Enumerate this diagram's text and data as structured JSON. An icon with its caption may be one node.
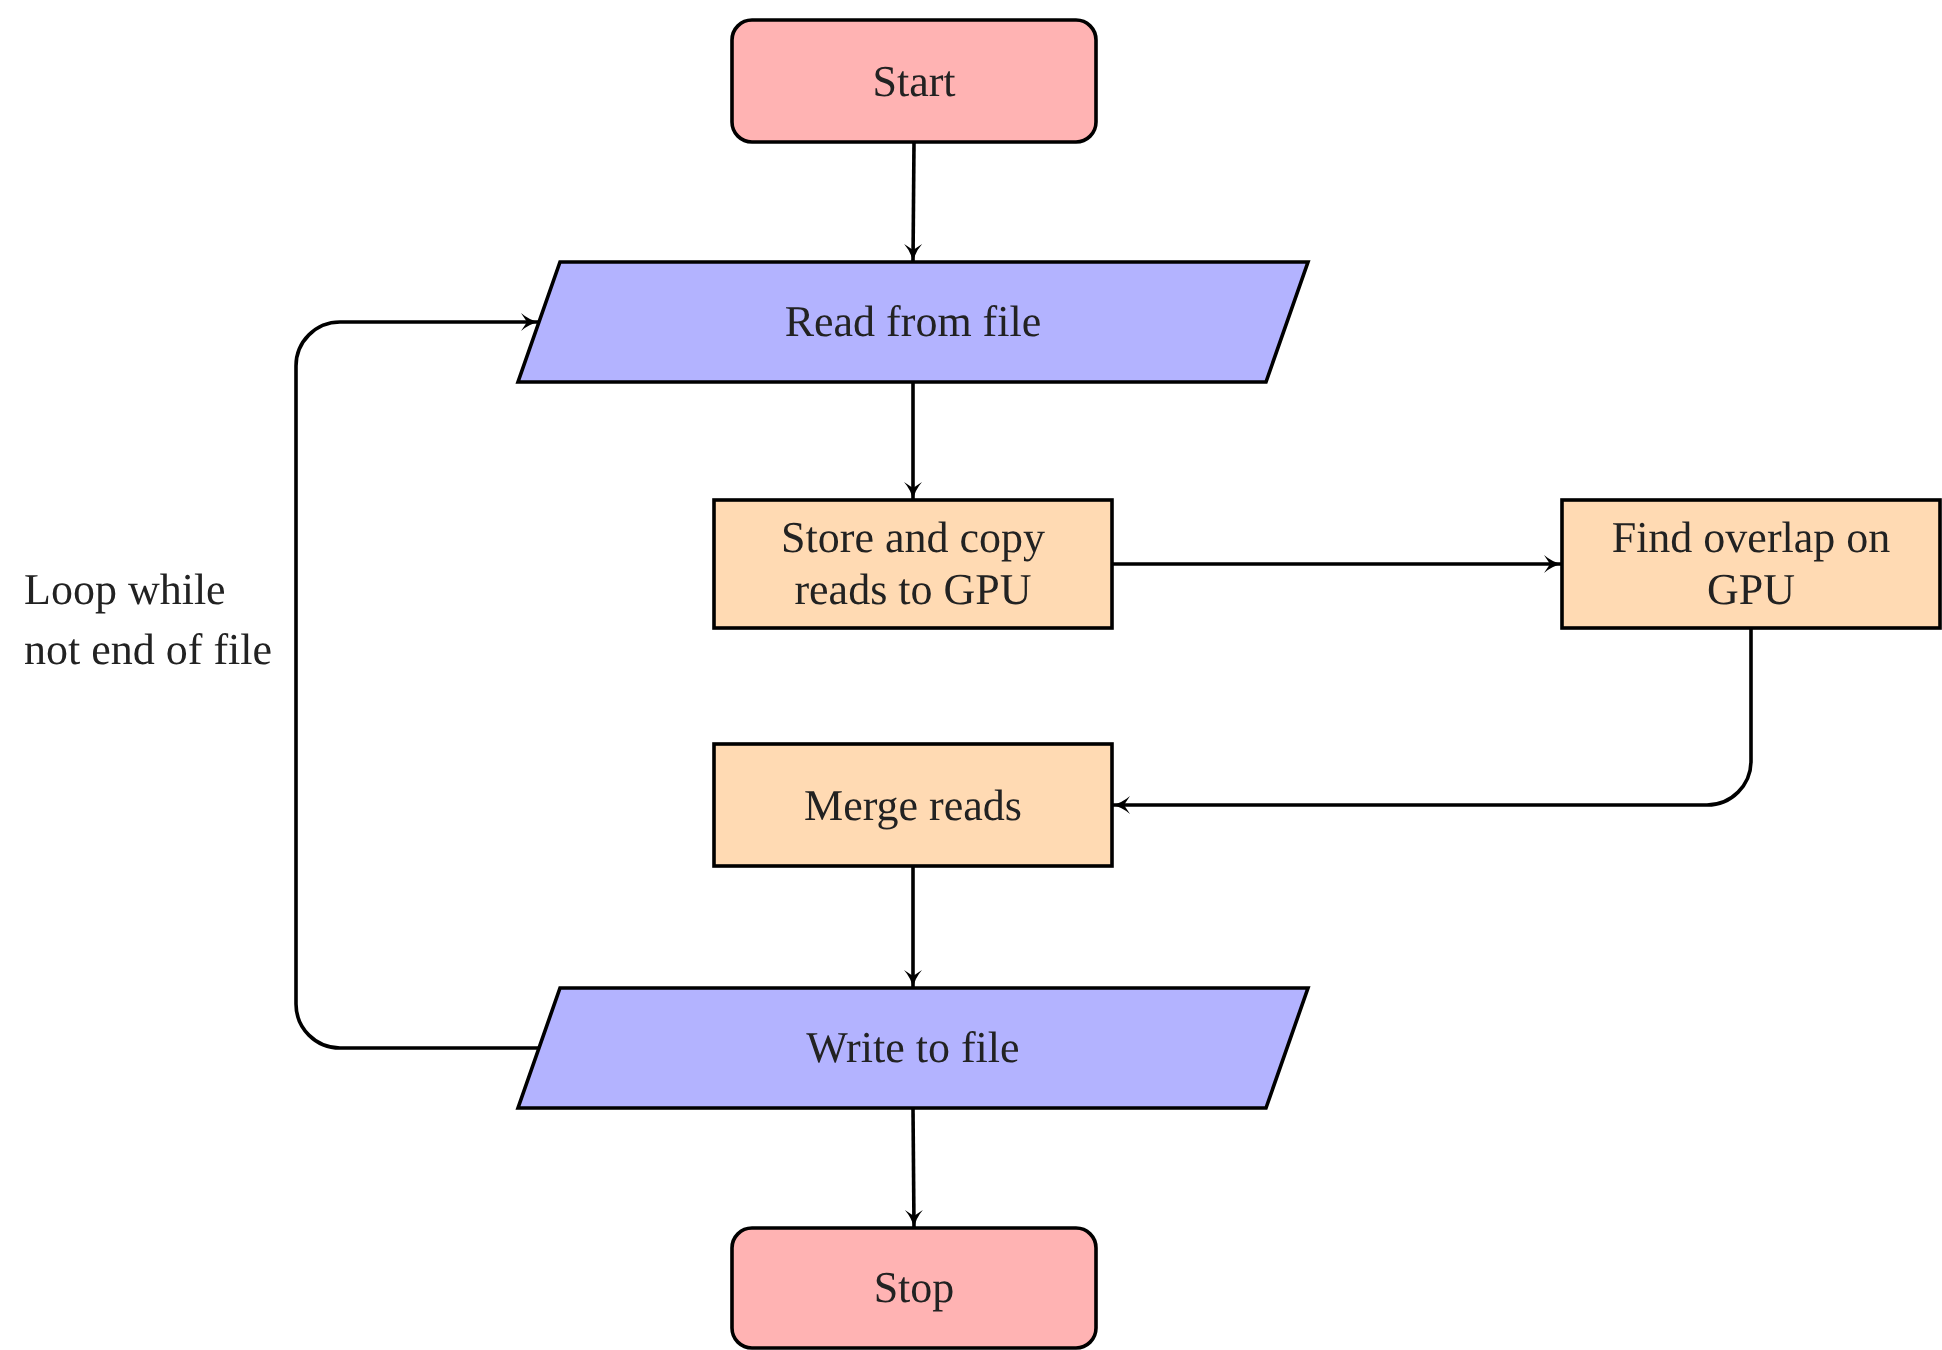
{
  "diagram": {
    "nodes": [
      {
        "text": [
          "Start"
        ]
      },
      {
        "text": [
          "Read from file"
        ]
      },
      {
        "text": [
          "Store and copy reads to GPU"
        ]
      },
      {
        "text": [
          "Find overlap on GPU"
        ]
      },
      {
        "text": [
          "Merge reads"
        ]
      },
      {
        "text": [
          "Write to file"
        ]
      },
      {
        "text": [
          "Stop"
        ]
      }
    ],
    "edges": [
      {
        "from": 0,
        "to": 1,
        "arrow": "to"
      },
      {
        "from": 1,
        "to": 2,
        "arrow": "to"
      },
      {
        "from": 2,
        "to": 3,
        "arrow": "to"
      },
      {
        "from": 3,
        "to": 4,
        "arrow": "to"
      },
      {
        "from": 4,
        "to": 5,
        "arrow": "to"
      },
      {
        "from": 5,
        "to": 1,
        "arrow": "to",
        "label": "Loop while not end of file"
      },
      {
        "from": 5,
        "to": 6,
        "arrow": "to"
      }
    ]
  }
}
